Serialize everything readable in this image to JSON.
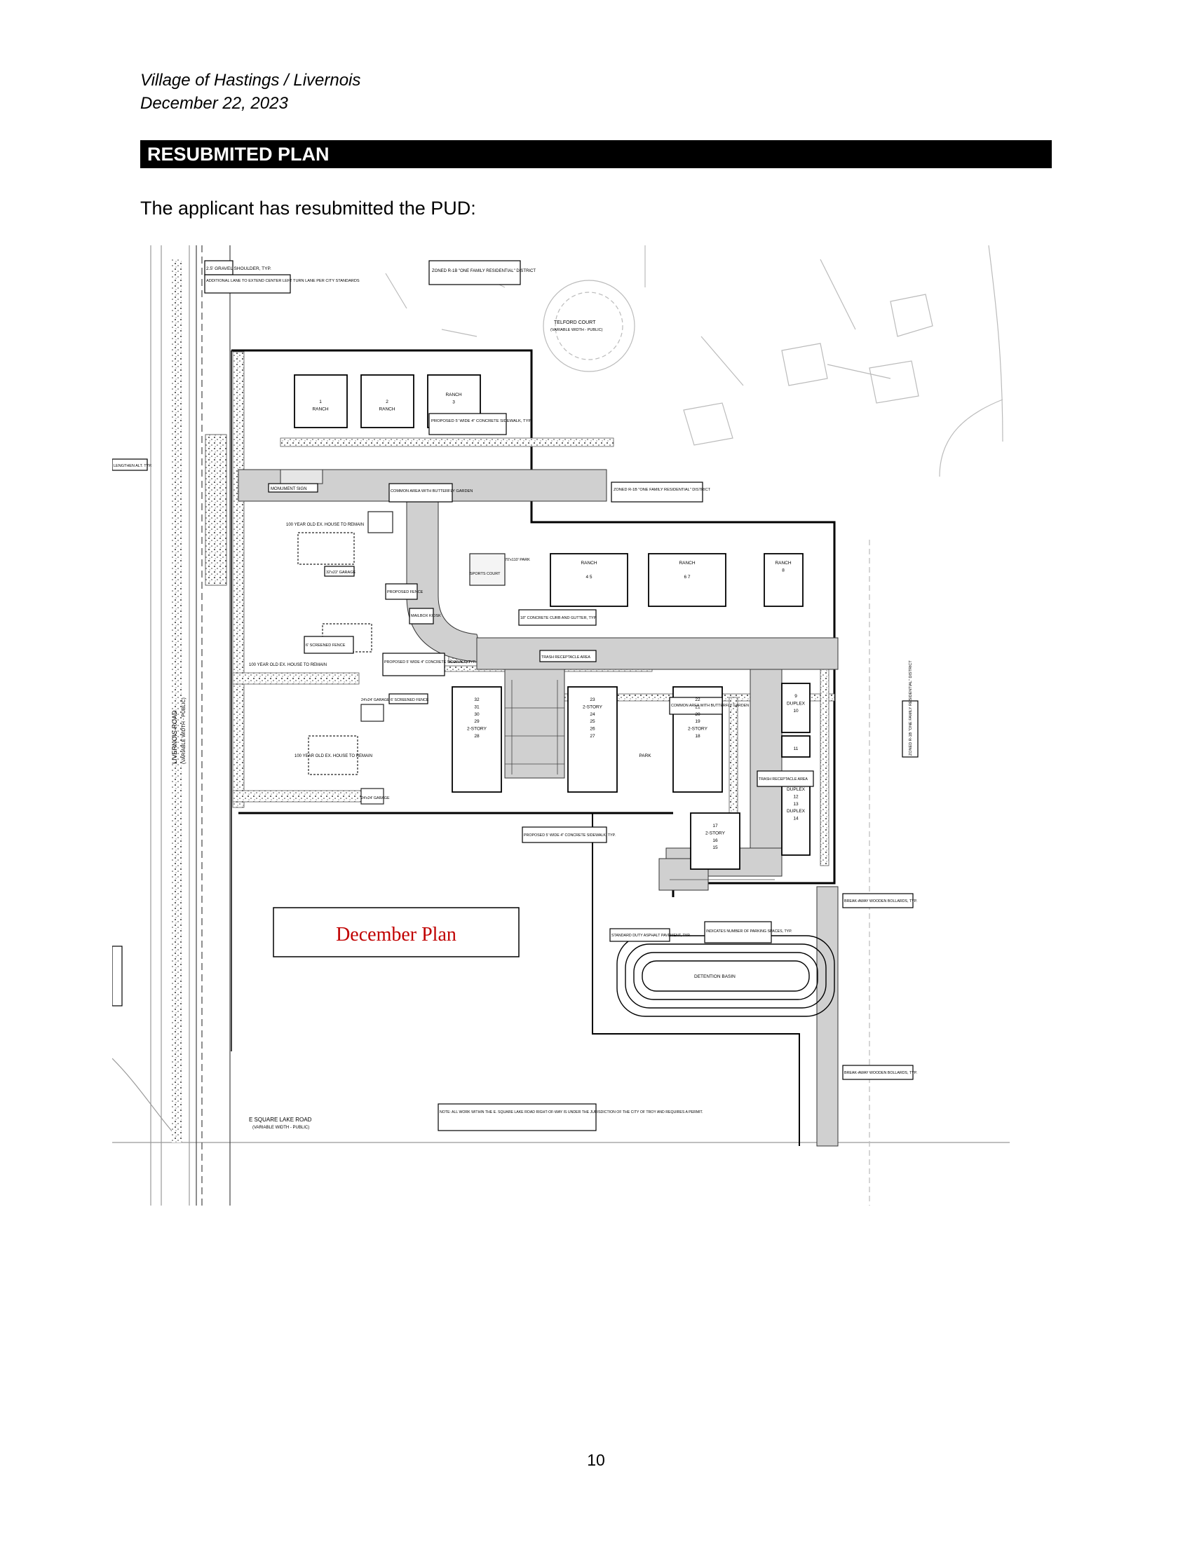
{
  "header": {
    "line1": "Village of Hastings / Livernois",
    "line2": "December 22, 2023"
  },
  "section_title": "RESUBMITED PLAN",
  "intro": "The applicant has resubmitted the PUD:",
  "page_number": "10",
  "plan": {
    "overlay_label": "December Plan",
    "overlay_color": "#c00000",
    "callouts": {
      "gravel": "2.5' GRAVEL SHOULDER, TYP.",
      "lane": "ADDITIONAL LANE TO EXTEND CENTER LEFT TURN LANE PER CITY STANDARDS",
      "zoned_top": "ZONED R-1B \"ONE FAMILY RESIDENTIAL\" DISTRICT",
      "telford": "TELFORD COURT",
      "telford_sub": "(VARIABLE WIDTH - PUBLIC)",
      "sidewalk_top": "PROPOSED 5' WIDE 4\" CONCRETE SIDEWALK, TYP.",
      "monument": "MONUMENT SIGN",
      "common_area": "COMMON AREA WITH BUTTERFLY GARDEN",
      "zoned_mid": "ZONED R-1B \"ONE FAMILY RESIDENTIAL\" DISTRICT",
      "house1": "100 YEAR OLD EX. HOUSE TO REMAIN",
      "garage1": "32'x22' GARAGE",
      "fence1": "PROPOSED FENCE",
      "mailbox": "MAILBOX KIOSK",
      "sports": "SPORTS COURT",
      "park1": "70'x110' PARK",
      "curb": "18\" CONCRETE CURB AND GUTTER, TYP.",
      "screen_fence": "6' SCREENED FENCE",
      "sidewalk_mid": "PROPOSED 5' WIDE 4\" CONCRETE SIDEWALK, TYP.",
      "trash1": "TRASH RECEPTACLE AREA",
      "house2": "100 YEAR OLD EX. HOUSE TO REMAIN",
      "garage2": "24'x24' GARAGE",
      "screen_fence2": "6' SCREENED FENCE",
      "common_area2": "COMMON AREA WITH BUTTERFLY GARDEN",
      "house3": "100 YEAR OLD EX. HOUSE TO REMAIN",
      "garage3": "24'x24' GARAGE",
      "trash2": "TRASH RECEPTACLE AREA",
      "sidewalk_low": "PROPOSED 5' WIDE 4\" CONCRETE SIDEWALK, TYP.",
      "bollards1": "BREAK-AWAY WOODEN BOLLARDS, TYP.",
      "parking": "INDICATES NUMBER OF PARKING SPACES, TYP.",
      "asphalt": "STANDARD DUTY ASPHALT PAVEMENT, TYP.",
      "detention": "DETENTION BASIN",
      "bollards2": "BREAK-AWAY WOODEN BOLLARDS, TYP.",
      "note": "NOTE: ALL WORK WITHIN THE E. SQUARE LAKE ROAD RIGHT-OF-WAY IS UNDER THE JURISDICTION OF THE CITY OF TROY AND REQUIRES A PERMIT.",
      "square_lake": "E SQUARE LAKE ROAD",
      "square_lake_sub": "(VARIABLE WIDTH - PUBLIC)",
      "livernois": "LIVERNOIS ROAD",
      "livernois_sub": "(VARIABLE WIDTH - PUBLIC)",
      "zoned_right": "ZONED R-1B \"ONE FAMILY RESIDENTIAL\" DISTRICT",
      "lengthen": "LENGTHEN ALT. TYP."
    },
    "buildings": {
      "b1": "1\nRANCH",
      "b2": "2\nRANCH",
      "b3": "RANCH\n3",
      "b45": "RANCH",
      "b45n": "4     5",
      "b67": "RANCH",
      "b67n": "6     7",
      "b8": "RANCH\n8",
      "b23": "23\n2-STORY\n24\n25\n26\n27",
      "b32": "32\n31\n30\n29\n2-STORY\n28",
      "b22": "22\n21\n20\n19\n2-STORY\n18",
      "b17": "17\n2-STORY\n16\n15",
      "b9": "9\nDUPLEX\n10",
      "b11": "11",
      "b12": "DUPLEX\n12\n13\nDUPLEX\n14",
      "park2": "PARK"
    }
  }
}
